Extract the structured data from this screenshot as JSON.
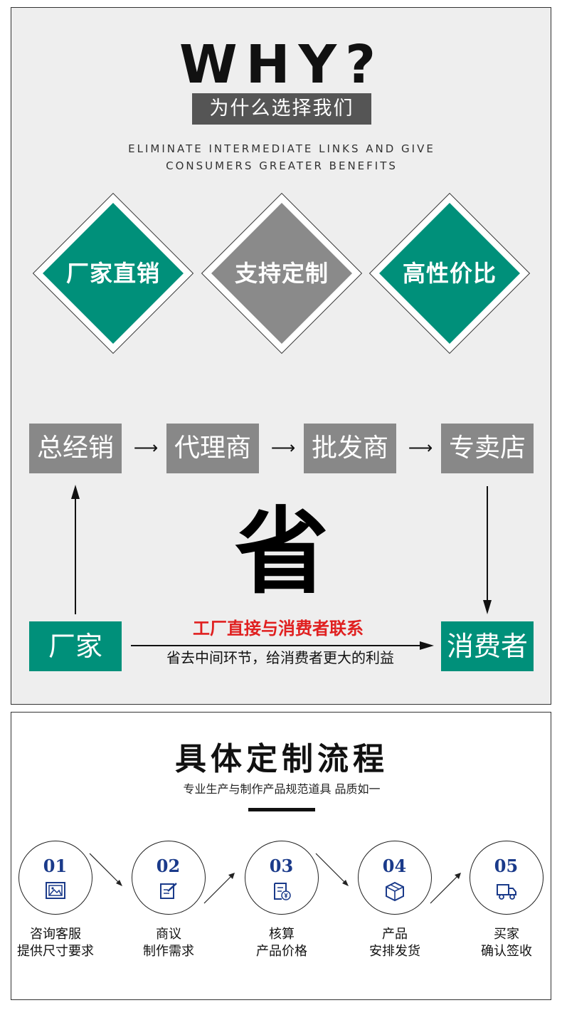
{
  "why": {
    "title": "WHY?",
    "subtitle": "为什么选择我们",
    "english_line1": "ELIMINATE INTERMEDIATE LINKS AND GIVE",
    "english_line2": "CONSUMERS GREATER BENEFITS",
    "features": [
      {
        "label": "厂家直销",
        "color": "#00907a"
      },
      {
        "label": "支持定制",
        "color": "#8a8a8a"
      },
      {
        "label": "高性价比",
        "color": "#00907a"
      }
    ]
  },
  "chain": {
    "items": [
      "总经销",
      "代理商",
      "批发商",
      "专卖店"
    ],
    "arrow": "⟶",
    "save_char": "省",
    "factory": "厂家",
    "consumer": "消费者",
    "direct_title": "工厂直接与消费者联系",
    "direct_sub": "省去中间环节，给消费者更大的利益"
  },
  "process": {
    "title": "具体定制流程",
    "subtitle": "专业生产与制作产品规范道具 品质如一",
    "steps": [
      {
        "num": "01",
        "icon": "image-icon",
        "line1": "咨询客服",
        "line2": "提供尺寸要求"
      },
      {
        "num": "02",
        "icon": "edit-icon",
        "line1": "商议",
        "line2": "制作需求"
      },
      {
        "num": "03",
        "icon": "invoice-icon",
        "line1": "核算",
        "line2": "产品价格"
      },
      {
        "num": "04",
        "icon": "package-icon",
        "line1": "产品",
        "line2": "安排发货"
      },
      {
        "num": "05",
        "icon": "truck-icon",
        "line1": "买家",
        "line2": "确认签收"
      }
    ]
  },
  "colors": {
    "green": "#00907a",
    "gray_box": "#888888",
    "red_text": "#e02020",
    "step_number_blue": "#1a3a8a"
  }
}
